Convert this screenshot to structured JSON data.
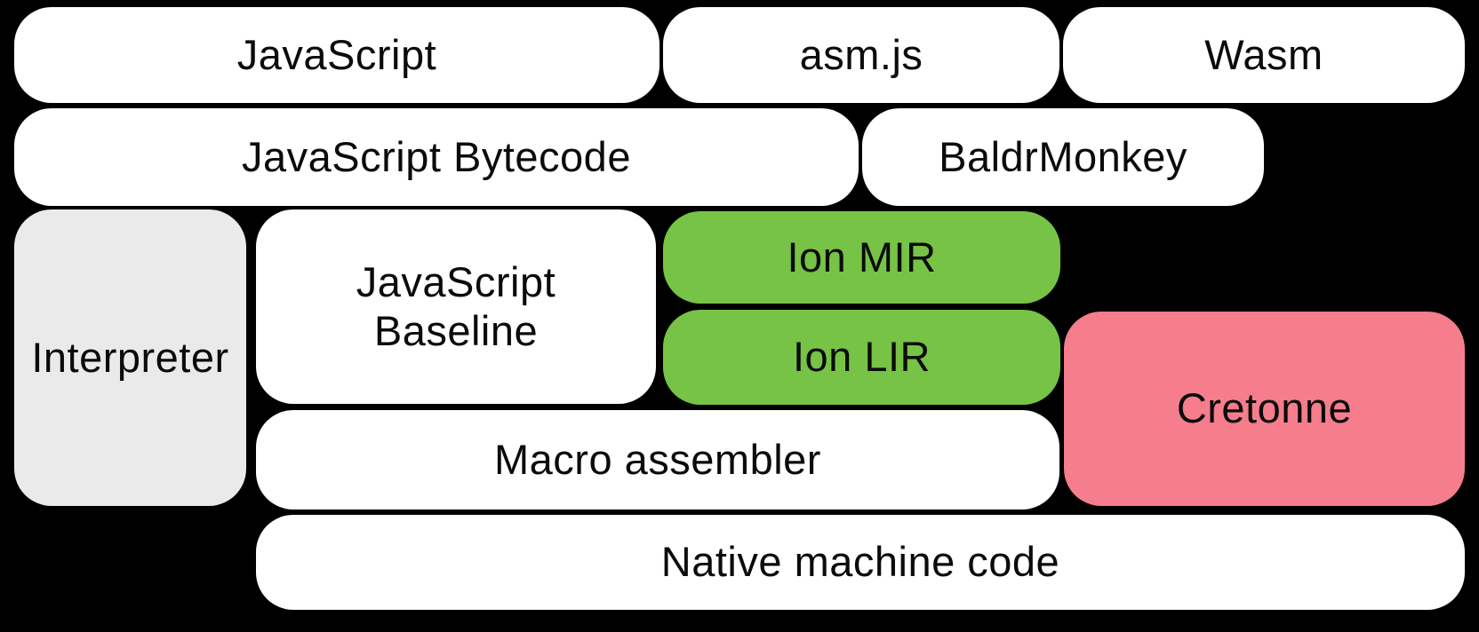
{
  "diagram": {
    "title": "SpiderMonkey compiler pipeline diagram",
    "background": "#000000",
    "colors": {
      "box_default": "#ffffff",
      "box_interpreter": "#eaeaea",
      "box_ion_green": "#76c345",
      "box_cretonne_pink": "#f67d8c",
      "text": "#0b0b0b"
    },
    "nodes": {
      "javascript": {
        "label": "JavaScript",
        "fill": "#ffffff"
      },
      "asmjs": {
        "label": "asm.js",
        "fill": "#ffffff"
      },
      "wasm": {
        "label": "Wasm",
        "fill": "#ffffff"
      },
      "bytecode": {
        "label": "JavaScript Bytecode",
        "fill": "#ffffff"
      },
      "baldrmonkey": {
        "label": "BaldrMonkey",
        "fill": "#ffffff"
      },
      "interpreter": {
        "label": "Interpreter",
        "fill": "#eaeaea"
      },
      "baseline": {
        "lines": [
          "JavaScript",
          "Baseline"
        ],
        "fill": "#ffffff"
      },
      "ion_mir": {
        "label": "Ion MIR",
        "fill": "#76c345"
      },
      "ion_lir": {
        "label": "Ion LIR",
        "fill": "#76c345"
      },
      "cretonne": {
        "label": "Cretonne",
        "fill": "#f67d8c"
      },
      "macro": {
        "label": "Macro assembler",
        "fill": "#ffffff"
      },
      "native": {
        "label": "Native machine code",
        "fill": "#ffffff"
      }
    }
  }
}
